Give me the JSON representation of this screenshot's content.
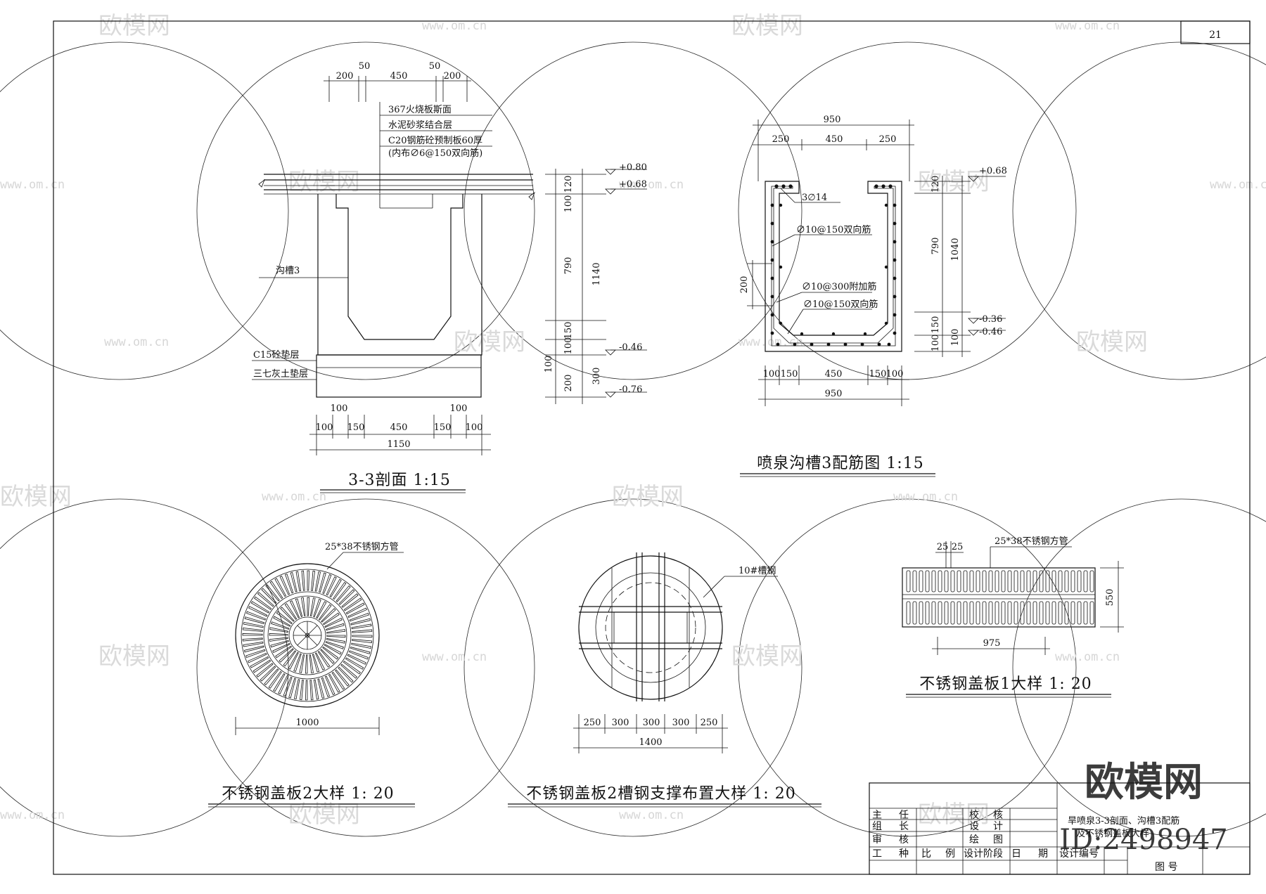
{
  "sheet": {
    "number": "21"
  },
  "section33": {
    "title": "3-3剖面   1:15",
    "top_dims": [
      "200",
      "50",
      "450",
      "50",
      "200"
    ],
    "callouts": [
      "367火烧板斯面",
      "水泥砂浆结合层",
      "C20钢筋砼预制板60厚",
      "(内布∅6@150双向筋)"
    ],
    "trench_label": "沟槽3",
    "base_labels": [
      "C15砼垫层",
      "三七灰土垫层"
    ],
    "side_dims": [
      "100",
      "120",
      "790",
      "1140",
      "100",
      "150",
      "100",
      "200",
      "300"
    ],
    "elevations": [
      "+0.80",
      "+0.68",
      "-0.46",
      "-0.76"
    ],
    "bottom_dims_upper": [
      "100",
      "100"
    ],
    "bottom_dims": [
      "100",
      "150",
      "450",
      "150",
      "100"
    ],
    "total": "1150"
  },
  "trench3": {
    "title": "喷泉沟槽3配筋图   1:15",
    "top_total": "950",
    "top_dims": [
      "250",
      "450",
      "250"
    ],
    "elevations": [
      "+0.68",
      "-0.36",
      "-0.46"
    ],
    "rebar_labels": [
      "3∅14",
      "∅10@150双向筋",
      "∅10@300附加筋",
      "∅10@150双向筋"
    ],
    "left_dim": "200",
    "right_dims": [
      "790",
      "1040",
      "120",
      "100",
      "150",
      "100"
    ],
    "bottom_dims": [
      "100",
      "150",
      "450",
      "150",
      "100"
    ],
    "bottom_total": "950"
  },
  "cover2": {
    "title": "不锈钢盖板2大样   1:  20",
    "label": "25*38不锈钢方管",
    "dim": "1000"
  },
  "support2": {
    "title": "不锈钢盖板2槽钢支撑布置大样   1:  20",
    "label": "10#槽钢",
    "dims": [
      "250",
      "300",
      "300",
      "300",
      "250"
    ],
    "total": "1400"
  },
  "cover1": {
    "title": "不锈钢盖板1大样   1:  20",
    "label": "25*38不锈钢方管",
    "dims_top": [
      "25",
      "25"
    ],
    "height": "550",
    "width": "975"
  },
  "title_block": {
    "r1": [
      "主",
      "任",
      "校",
      "核"
    ],
    "r2": [
      "组",
      "长",
      "设",
      "计"
    ],
    "r3": [
      "审",
      "核",
      "绘",
      "图"
    ],
    "r4": [
      "工",
      "种",
      "比",
      "例",
      "设计阶段",
      "日",
      "期",
      "设计编号"
    ],
    "drawing_name": "旱喷泉3-3剖面、沟槽3配筋",
    "drawing_name2": "及不锈钢盖板大样",
    "fig_label": "图 号"
  },
  "watermark": {
    "brand": "欧模网",
    "url": "www.om.cn",
    "id": "ID:2498947"
  }
}
